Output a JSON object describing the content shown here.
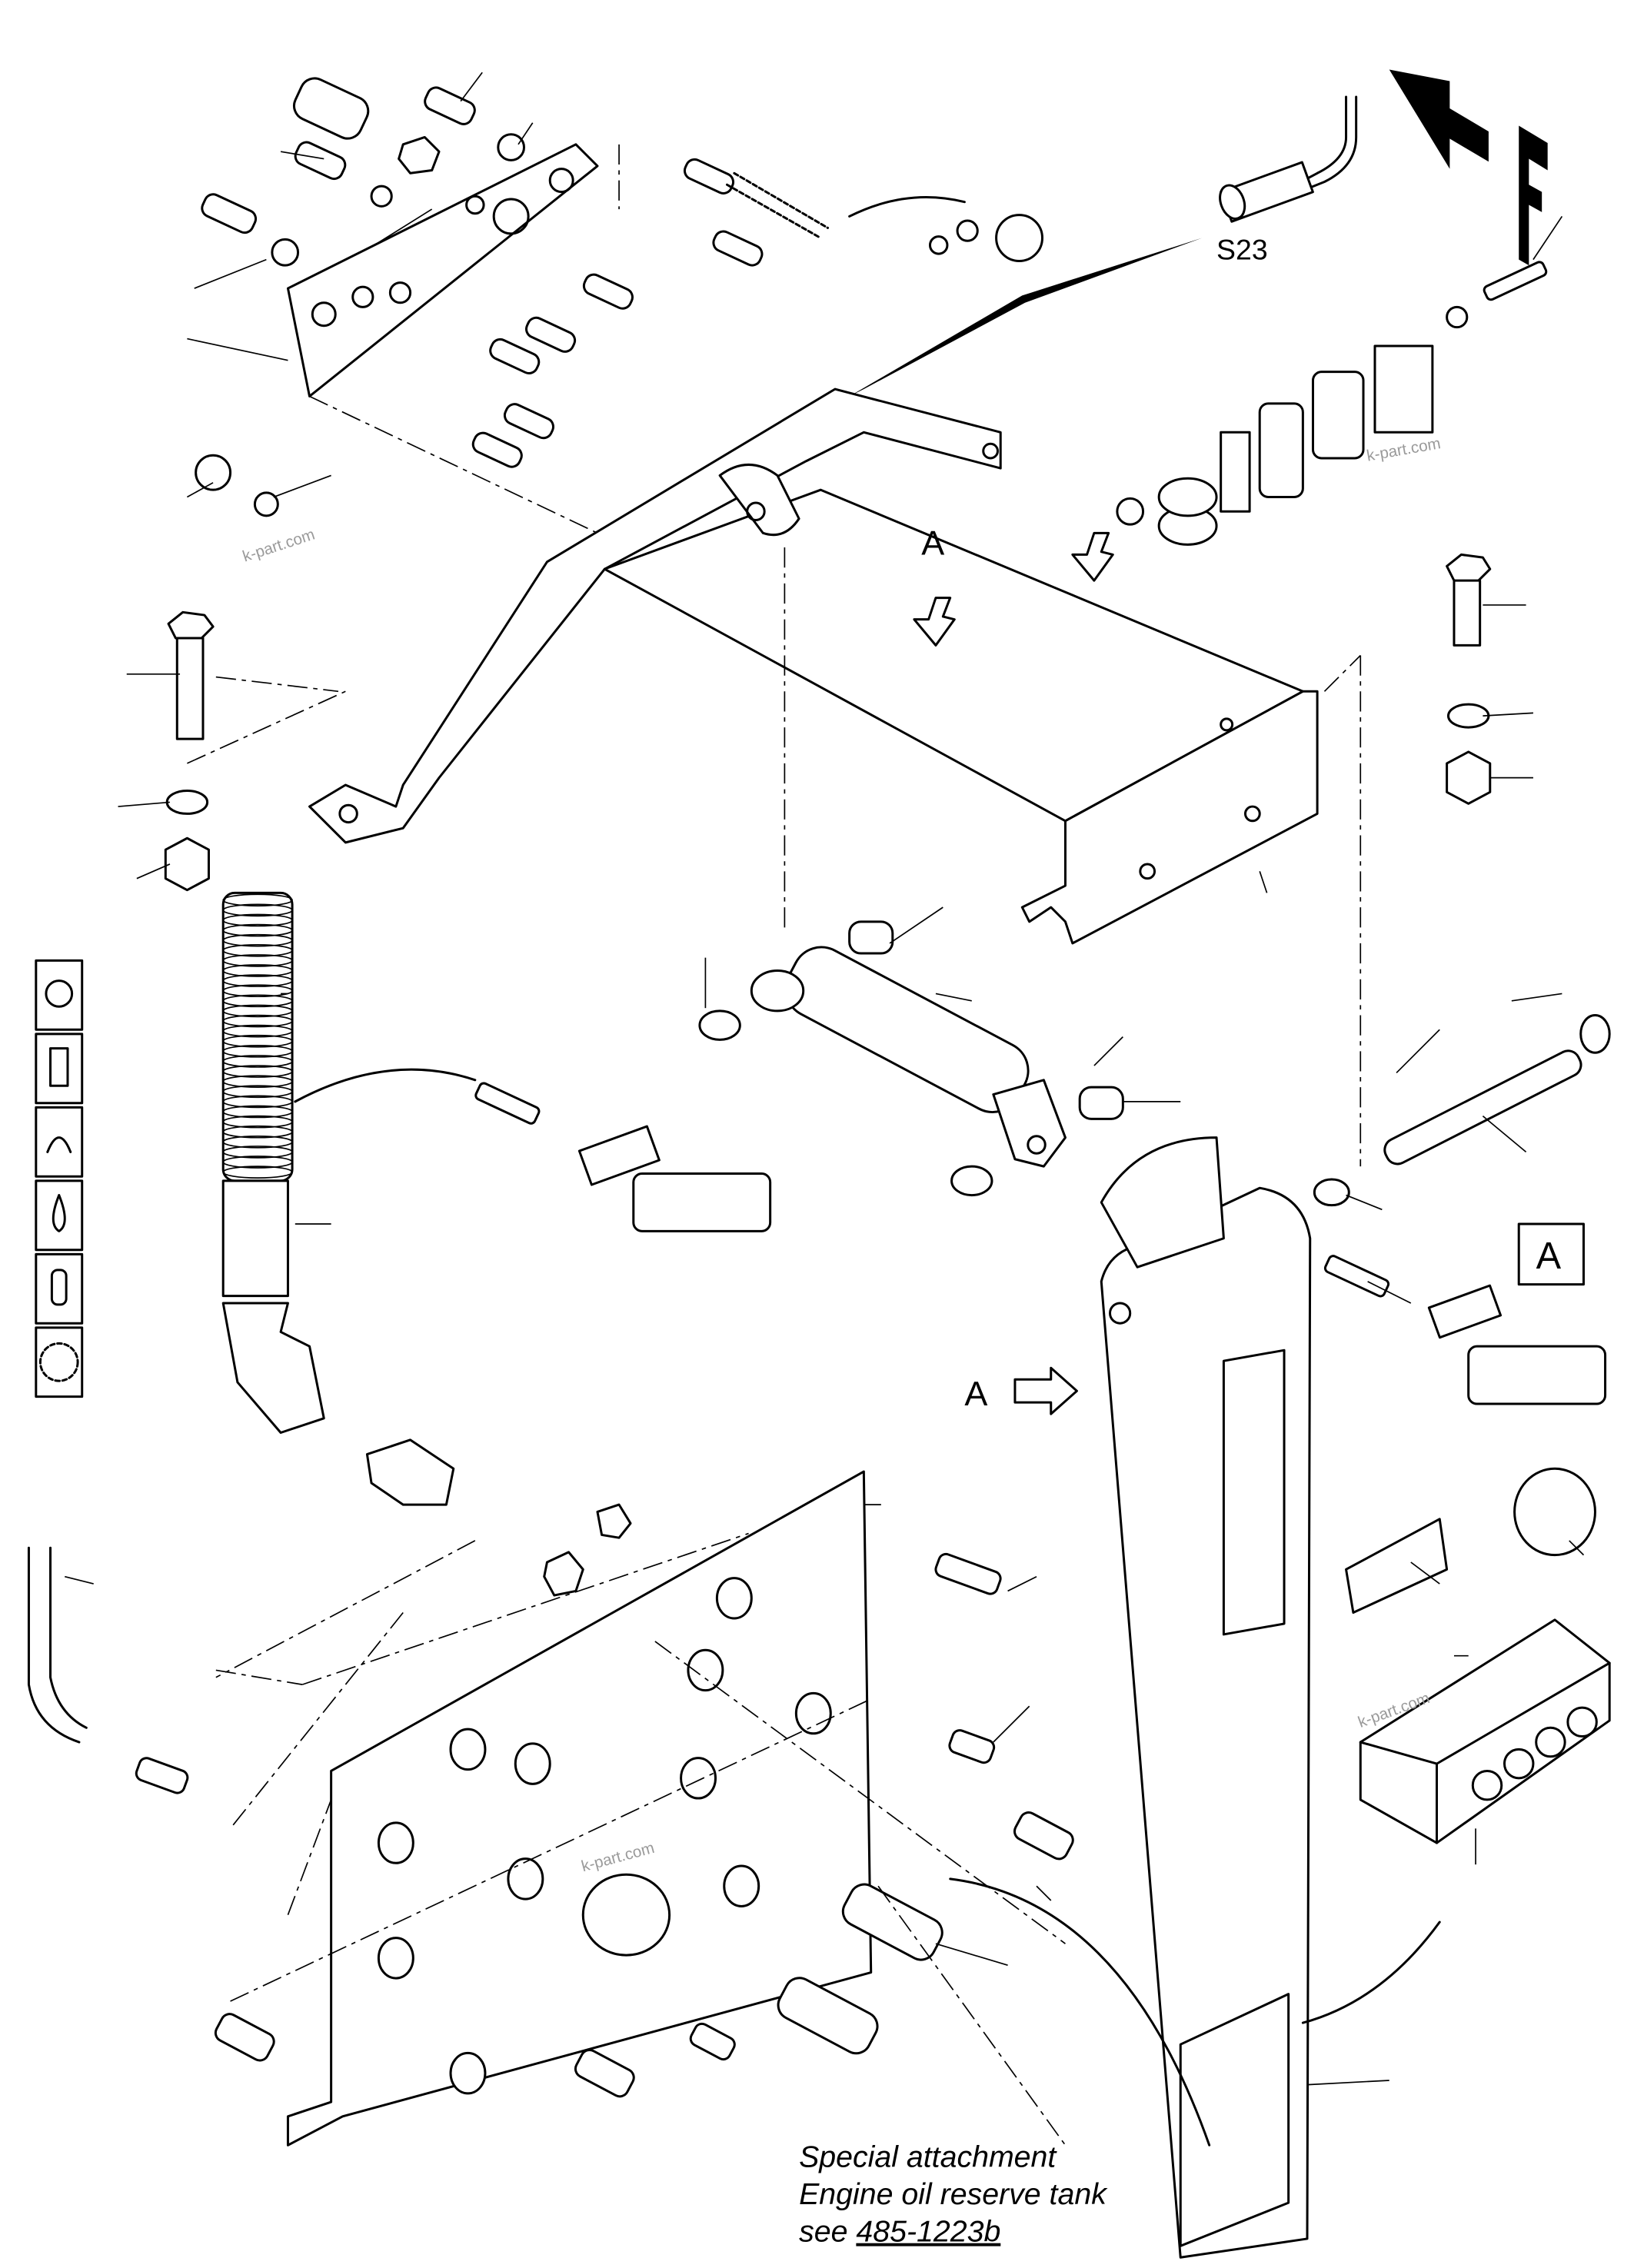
{
  "labels": {
    "sensor": "S23",
    "direction": "F",
    "view_a_top": "A",
    "view_a_arrow": "A",
    "view_a_box": "A"
  },
  "watermarks": [
    "k-part.com",
    "k-part.com",
    "k-part.com",
    "k-part.com"
  ],
  "note": {
    "line1": "Special attachment",
    "line2": "Engine oil reserve tank",
    "line3_prefix": "see ",
    "reference": "485-1223b"
  },
  "symbols": [
    "oil-drop-icon",
    "door-icon",
    "heater-icon",
    "fluid-drop-icon",
    "slot-icon",
    "gear-icon"
  ]
}
